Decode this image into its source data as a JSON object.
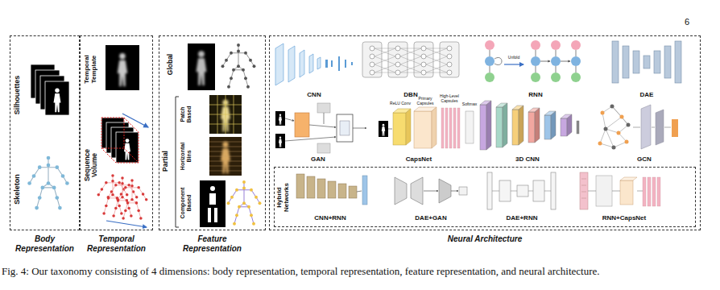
{
  "diagram": {
    "caption": "Fig. 4: Our taxonomy consisting of 4 dimensions: body representation, temporal representation, feature representation, and neural architecture.",
    "nodes": [
      {
        "text": [
          "Body Representation"
        ]
      },
      {
        "text": [
          "Temporal Representation"
        ]
      },
      {
        "text": [
          "Feature Representation"
        ]
      },
      {
        "text": [
          "Neural Architecture"
        ]
      },
      {
        "text": [
          "Hybrid Networks"
        ],
        "in": 3
      }
    ],
    "labels": [
      "6",
      "Silhouettes",
      "Skeleton",
      "Temporal Template",
      "Sequence Volume",
      "Global",
      "Partial",
      "Patch Based",
      "Horizontal Bins",
      "Component Based",
      "CNN",
      "DBN",
      "RNN",
      "DAE",
      "GAN",
      "CapsNet",
      "3D CNN",
      "GCN",
      "CNN+RNN",
      "DAE+GAN",
      "DAE+RNN",
      "RNN+CapsNet",
      "ReLU Conv",
      "Primary Capsules",
      "High-Level Capsules",
      "Softmax",
      "Unfold"
    ]
  }
}
